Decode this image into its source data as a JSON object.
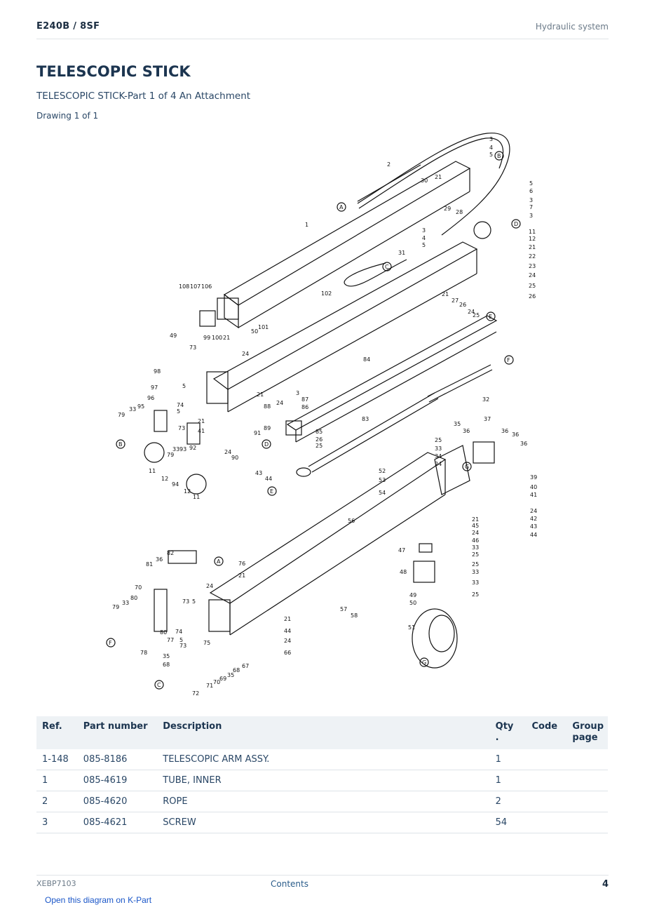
{
  "header": {
    "model": "E240B  /  8SF",
    "section": "Hydraulic system"
  },
  "title": "TELESCOPIC STICK",
  "subtitle": "TELESCOPIC STICK-Part 1 of 4 An Attachment",
  "drawing_count": "Drawing 1 of 1",
  "diagram": {
    "callouts": [
      "1",
      "2",
      "3",
      "4",
      "5",
      "6",
      "7",
      "11",
      "12",
      "21",
      "22",
      "23",
      "24",
      "25",
      "26",
      "27",
      "28",
      "29",
      "30",
      "31",
      "32",
      "33",
      "34",
      "35",
      "36",
      "37",
      "39",
      "40",
      "41",
      "42",
      "43",
      "44",
      "45",
      "46",
      "47",
      "48",
      "49",
      "50",
      "51",
      "52",
      "53",
      "54",
      "56",
      "57",
      "58",
      "66",
      "67",
      "68",
      "69",
      "70",
      "71",
      "72",
      "73",
      "74",
      "75",
      "76",
      "77",
      "78",
      "79",
      "80",
      "81",
      "82",
      "83",
      "84",
      "85",
      "86",
      "87",
      "88",
      "89",
      "90",
      "91",
      "92",
      "93",
      "94",
      "95",
      "96",
      "97",
      "98",
      "99",
      "100",
      "101",
      "102",
      "106",
      "107",
      "108"
    ],
    "circle_refs": [
      "A",
      "B",
      "C",
      "D",
      "E",
      "F",
      "G"
    ]
  },
  "table": {
    "headers": {
      "ref": "Ref.",
      "part_number": "Part number",
      "description": "Description",
      "qty": "Qty\n.",
      "code": "Code",
      "group_page": "Group page"
    },
    "rows": [
      {
        "ref": "1-148",
        "part_number": "085-8186",
        "description": "TELESCOPIC ARM ASSY.",
        "qty": "1",
        "code": "",
        "group_page": ""
      },
      {
        "ref": "1",
        "part_number": "085-4619",
        "description": "TUBE, INNER",
        "qty": "1",
        "code": "",
        "group_page": ""
      },
      {
        "ref": "2",
        "part_number": "085-4620",
        "description": "ROPE",
        "qty": "2",
        "code": "",
        "group_page": ""
      },
      {
        "ref": "3",
        "part_number": "085-4621",
        "description": "SCREW",
        "qty": "54",
        "code": "",
        "group_page": ""
      }
    ]
  },
  "footer": {
    "doc_id": "XEBP7103",
    "contents_link": "Contents",
    "page_number": "4",
    "open_link": "Open this diagram on K-Part"
  }
}
